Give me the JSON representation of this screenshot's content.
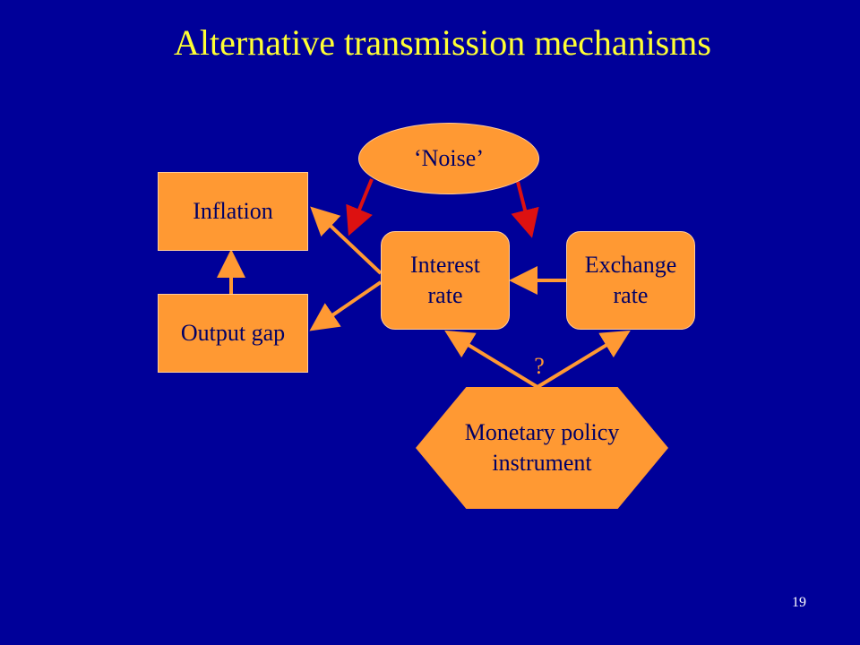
{
  "title": "Alternative transmission mechanisms",
  "nodes": {
    "noise": "‘Noise’",
    "inflation": "Inflation",
    "output_gap": "Output gap",
    "interest_rate": "Interest\nrate",
    "exchange_rate": "Exchange\nrate",
    "monetary_policy": "Monetary policy\ninstrument"
  },
  "uncertain_link_label": "?",
  "page_number": "19",
  "colors": {
    "background": "#000099",
    "title": "#ffff33",
    "node_fill": "#ff9933",
    "arrow": "#ff9933",
    "noise_arrow": "#dd1111",
    "node_text": "#000066"
  }
}
